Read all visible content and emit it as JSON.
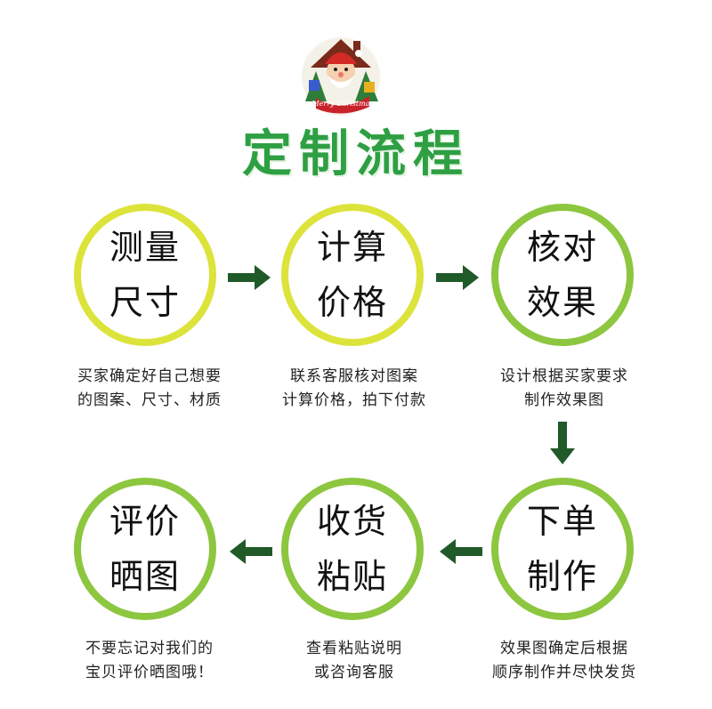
{
  "title": "定制流程",
  "logo": {
    "text": "Merry Christmas",
    "icon": "santa-christmas-logo"
  },
  "steps": [
    {
      "line1": "测量",
      "line2": "尺寸",
      "desc1": "买家确定好自己想要",
      "desc2": "的图案、尺寸、材质"
    },
    {
      "line1": "计算",
      "line2": "价格",
      "desc1": "联系客服核对图案",
      "desc2": "计算价格，拍下付款"
    },
    {
      "line1": "核对",
      "line2": "效果",
      "desc1": "设计根据买家要求",
      "desc2": "制作效果图"
    },
    {
      "line1": "下单",
      "line2": "制作",
      "desc1": "效果图确定后根据",
      "desc2": "顺序制作并尽快发货"
    },
    {
      "line1": "收货",
      "line2": "粘贴",
      "desc1": "查看粘贴说明",
      "desc2": "或咨询客服"
    },
    {
      "line1": "评价",
      "line2": "晒图",
      "desc1": "不要忘记对我们的",
      "desc2": "宝贝评价晒图哦！"
    }
  ],
  "colors": {
    "title": "#2e9f43",
    "ring_green": "#8dc63f",
    "ring_yellow": "#dce33a",
    "arrow": "#1f5a28"
  }
}
